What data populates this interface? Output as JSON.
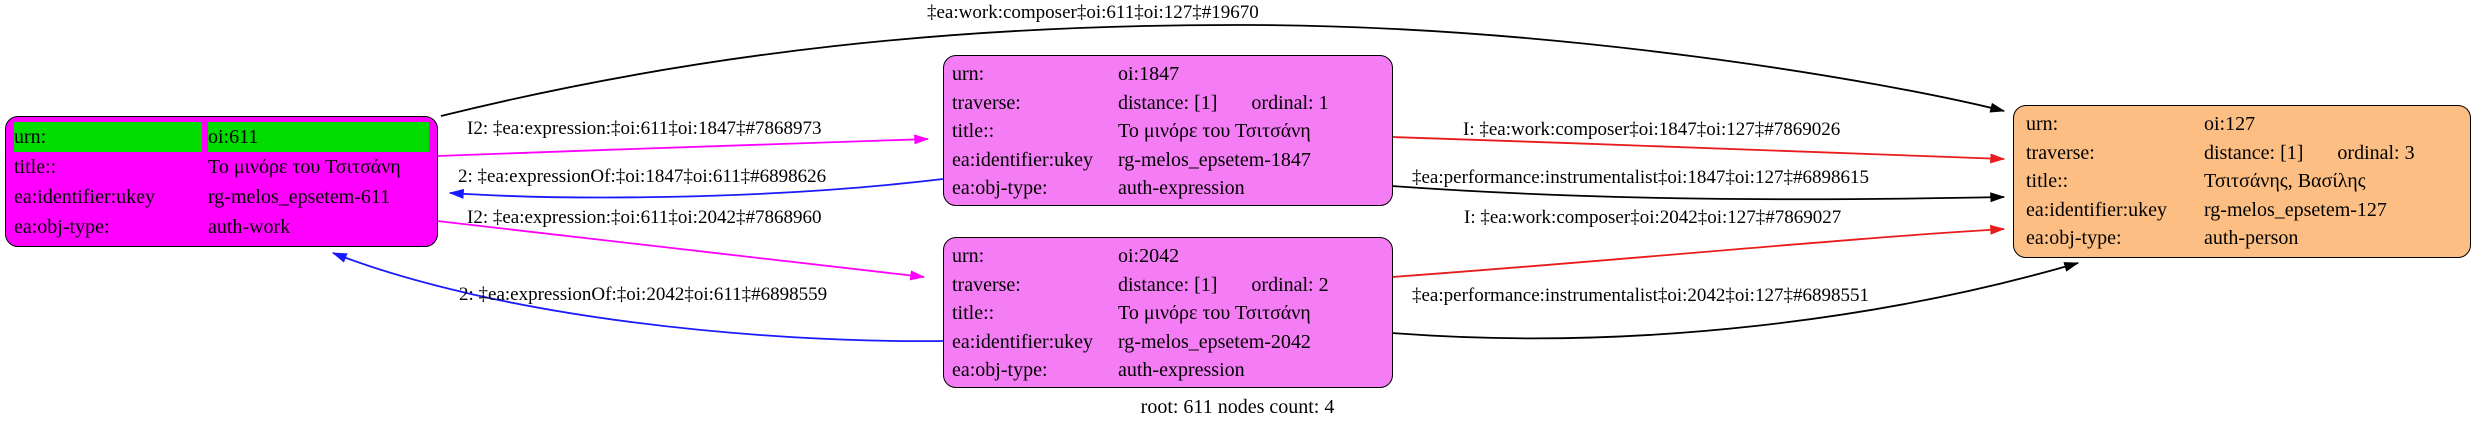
{
  "graph_label": "root: 611 nodes count: 4",
  "colors": {
    "background": "#ffffff",
    "node_work_fill": "#ff00ff",
    "node_work_urn_highlight": "#00db00",
    "node_expression_fill": "#f47cf4",
    "node_person_fill": "#fcbe83",
    "node_border": "#000000",
    "edge_black": "#000000",
    "edge_magenta": "#ff00ff",
    "edge_blue": "#1a1aff",
    "edge_red": "#e81c1c"
  },
  "nodes": {
    "n611": {
      "rows": [
        {
          "key": "urn:",
          "value": "oi:611"
        },
        {
          "key": "title::",
          "value": "Το μινόρε του Τσιτσάνη"
        },
        {
          "key": "ea:identifier:ukey",
          "value": "rg-melos_epsetem-611"
        },
        {
          "key": "ea:obj-type:",
          "value": "auth-work"
        }
      ]
    },
    "n1847": {
      "rows": [
        {
          "key": "urn:",
          "value": "oi:1847"
        },
        {
          "key": "traverse:",
          "value": "distance: [1]",
          "value2": "ordinal: 1"
        },
        {
          "key": "title::",
          "value": "Το μινόρε του Τσιτσάνη"
        },
        {
          "key": "ea:identifier:ukey",
          "value": "rg-melos_epsetem-1847"
        },
        {
          "key": "ea:obj-type:",
          "value": "auth-expression"
        }
      ]
    },
    "n2042": {
      "rows": [
        {
          "key": "urn:",
          "value": "oi:2042"
        },
        {
          "key": "traverse:",
          "value": "distance: [1]",
          "value2": "ordinal: 2"
        },
        {
          "key": "title::",
          "value": "Το μινόρε του Τσιτσάνη"
        },
        {
          "key": "ea:identifier:ukey",
          "value": "rg-melos_epsetem-2042"
        },
        {
          "key": "ea:obj-type:",
          "value": "auth-expression"
        }
      ]
    },
    "n127": {
      "rows": [
        {
          "key": "urn:",
          "value": "oi:127"
        },
        {
          "key": "traverse:",
          "value": "distance: [1]",
          "value2": "ordinal: 3"
        },
        {
          "key": "title::",
          "value": "Τσιτσάνης, Βασίλης"
        },
        {
          "key": "ea:identifier:ukey",
          "value": "rg-melos_epsetem-127"
        },
        {
          "key": "ea:obj-type:",
          "value": "auth-person"
        }
      ]
    }
  },
  "edges": [
    {
      "label": "‡ea:work:composer‡oi:611‡oi:127‡#19670",
      "color": "#000000"
    },
    {
      "label": "I2: ‡ea:expression:‡oi:611‡oi:1847‡#7868973",
      "color": "#ff00ff"
    },
    {
      "label": "2: ‡ea:expressionOf:‡oi:1847‡oi:611‡#6898626",
      "color": "#1a1aff"
    },
    {
      "label": "I2: ‡ea:expression:‡oi:611‡oi:2042‡#7868960",
      "color": "#ff00ff"
    },
    {
      "label": "2: ‡ea:expressionOf:‡oi:2042‡oi:611‡#6898559",
      "color": "#1a1aff"
    },
    {
      "label": "I: ‡ea:work:composer‡oi:1847‡oi:127‡#7869026",
      "color": "#e81c1c"
    },
    {
      "label": "‡ea:performance:instrumentalist‡oi:1847‡oi:127‡#6898615",
      "color": "#000000"
    },
    {
      "label": "I: ‡ea:work:composer‡oi:2042‡oi:127‡#7869027",
      "color": "#e81c1c"
    },
    {
      "label": "‡ea:performance:instrumentalist‡oi:2042‡oi:127‡#6898551",
      "color": "#000000"
    }
  ]
}
